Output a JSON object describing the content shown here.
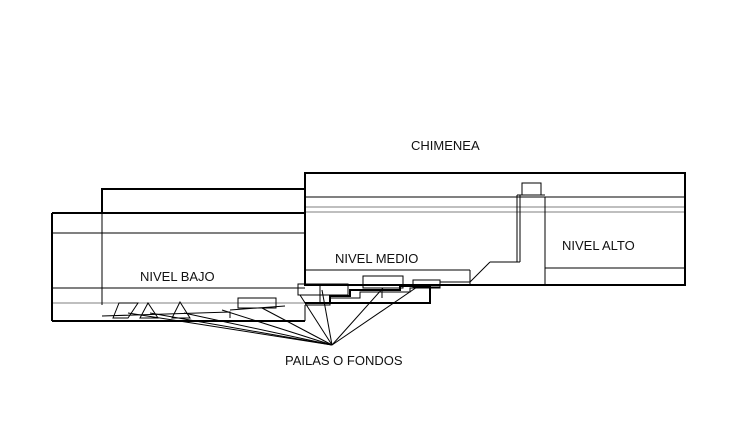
{
  "diagram": {
    "labels": {
      "chimenea": "CHIMENEA",
      "nivel_bajo": "NIVEL BAJO",
      "nivel_medio": "NIVEL MEDIO",
      "nivel_alto": "NIVEL ALTO",
      "pailas": "PAILAS O FONDOS"
    },
    "line_color": "#000000",
    "background": "#ffffff"
  }
}
